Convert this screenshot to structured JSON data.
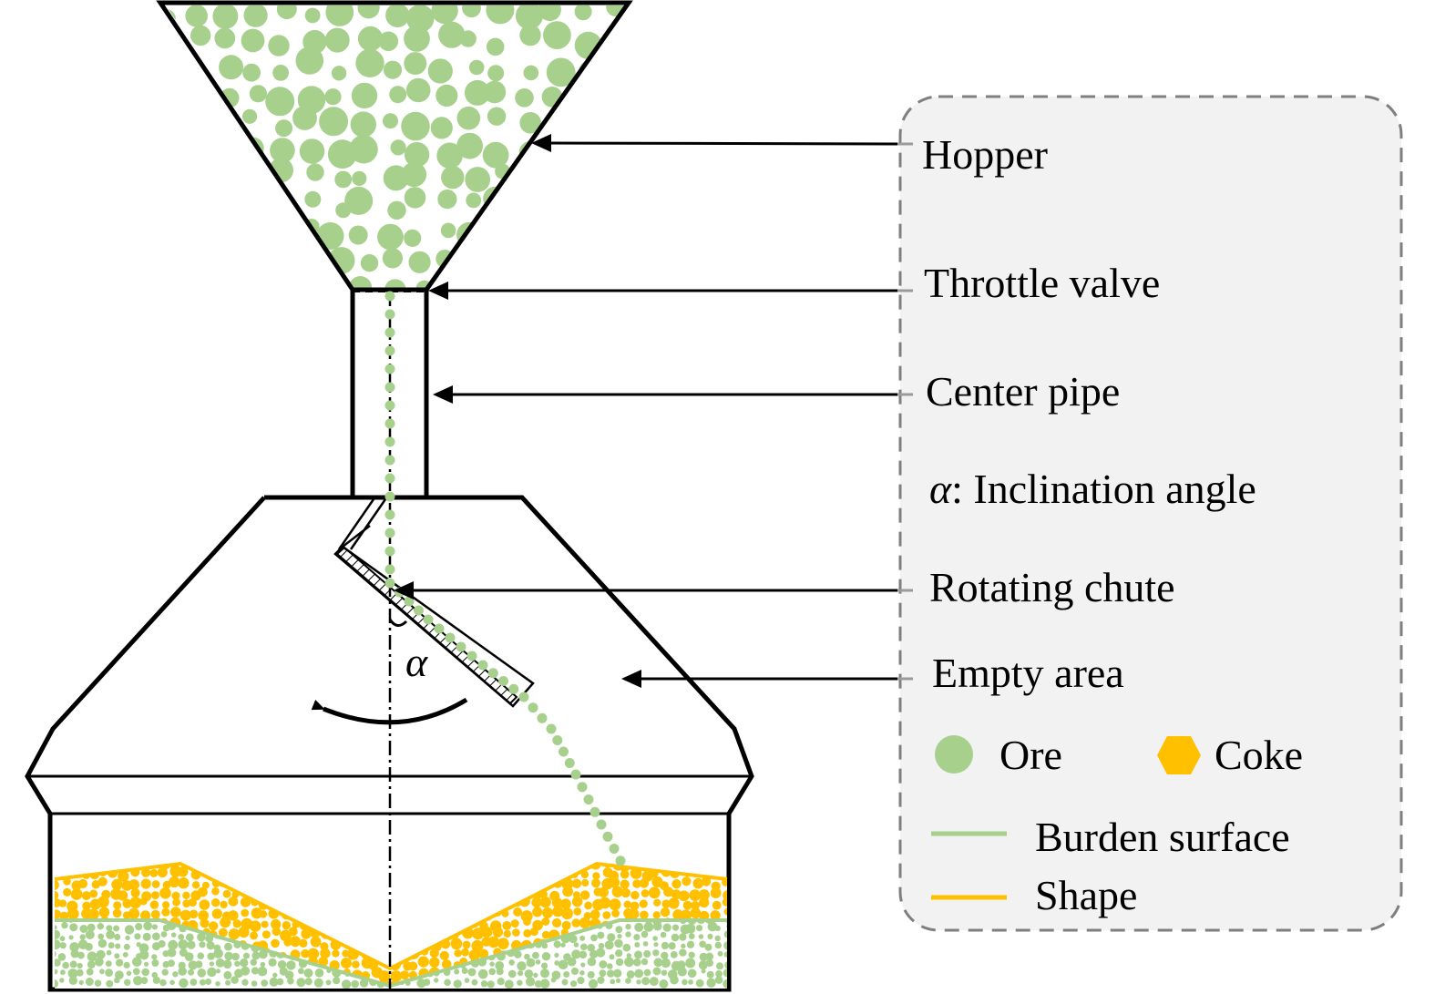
{
  "labels": {
    "hopper": "Hopper",
    "throttle_valve": "Throttle valve",
    "center_pipe": "Center pipe",
    "alpha_symbol": "α",
    "inclination_text": ": Inclination angle",
    "rotating_chute": "Rotating chute",
    "empty_area": "Empty area",
    "angle_mark": "α"
  },
  "legend": {
    "ore": "Ore",
    "coke": "Coke",
    "burden_surface": "Burden surface",
    "shape": "Shape"
  },
  "colors": {
    "ore": "#a8d08d",
    "coke": "#ffc000",
    "outline": "#000000",
    "legend_border": "#7f7f7f",
    "legend_bg": "#f2f2f2"
  }
}
